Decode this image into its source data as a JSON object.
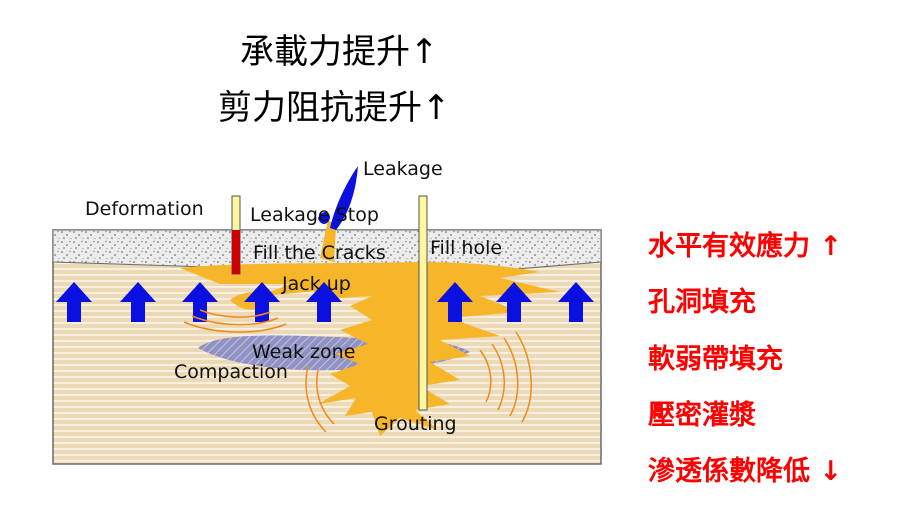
{
  "titles": {
    "line1": "承載力提升↑",
    "line2": "剪力阻抗提升↑"
  },
  "benefits": [
    "水平有效應力 ↑",
    "孔洞填充",
    "軟弱帶填充",
    "壓密灌漿",
    "滲透係數降低 ↓"
  ],
  "labels": {
    "deformation": "Deformation",
    "leakage": "Leakage",
    "leakage_stop": "Leakage Stop",
    "fill_cracks": "Fill the Cracks",
    "fill_hole": "Fill hole",
    "jack_up": "Jack up",
    "weak_zone": "Weak zone",
    "compaction": "Compaction",
    "grouting": "Grouting"
  },
  "colors": {
    "benefit_text": "#ff0000",
    "grout": "#f7b52a",
    "arrow": "#0a10e0",
    "soil": "#ecd9b6",
    "weak_zone": "#8f92c2",
    "deformation_gauge": "#cc0000"
  }
}
